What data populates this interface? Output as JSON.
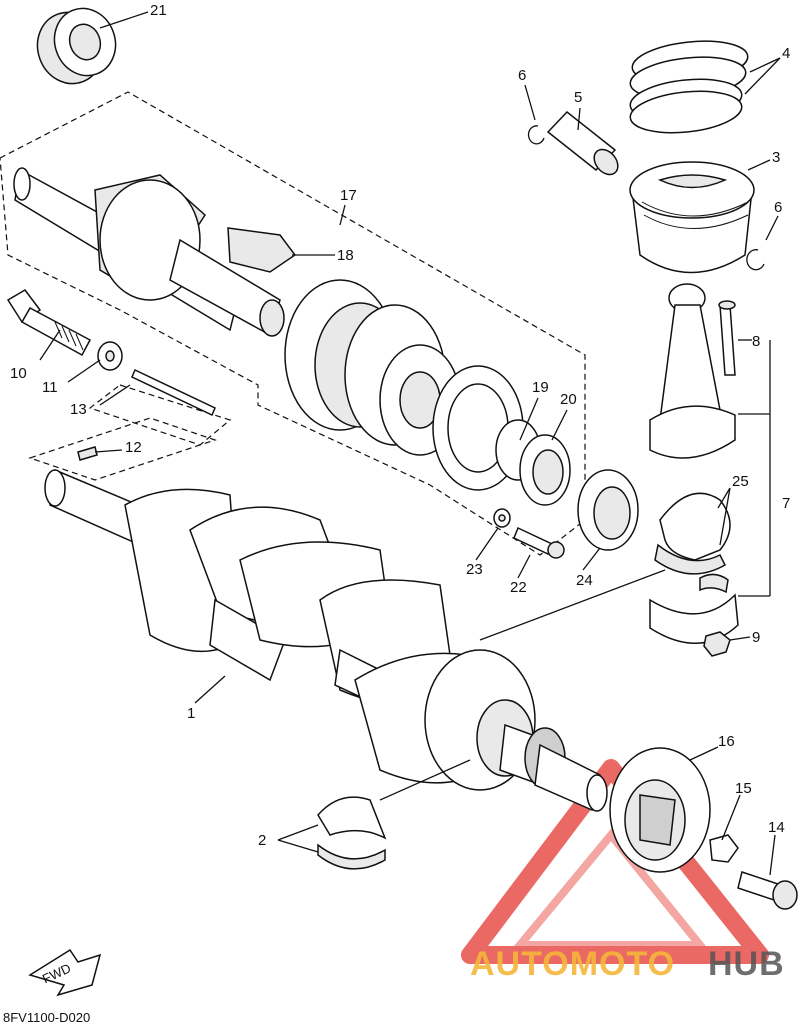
{
  "diagram": {
    "code": "8FV1100-D020",
    "fwd_label": "FWD",
    "watermark": {
      "part1": "AUTOMOTO",
      "part2": "HUB",
      "color1": "#f5b63a",
      "color2": "#555555",
      "triangle_color": "#e8504a"
    },
    "labels": [
      "21",
      "4",
      "6",
      "5",
      "3",
      "6",
      "17",
      "18",
      "10",
      "11",
      "13",
      "12",
      "19",
      "20",
      "8",
      "7",
      "25",
      "9",
      "23",
      "22",
      "24",
      "1",
      "16",
      "15",
      "14",
      "2"
    ]
  }
}
